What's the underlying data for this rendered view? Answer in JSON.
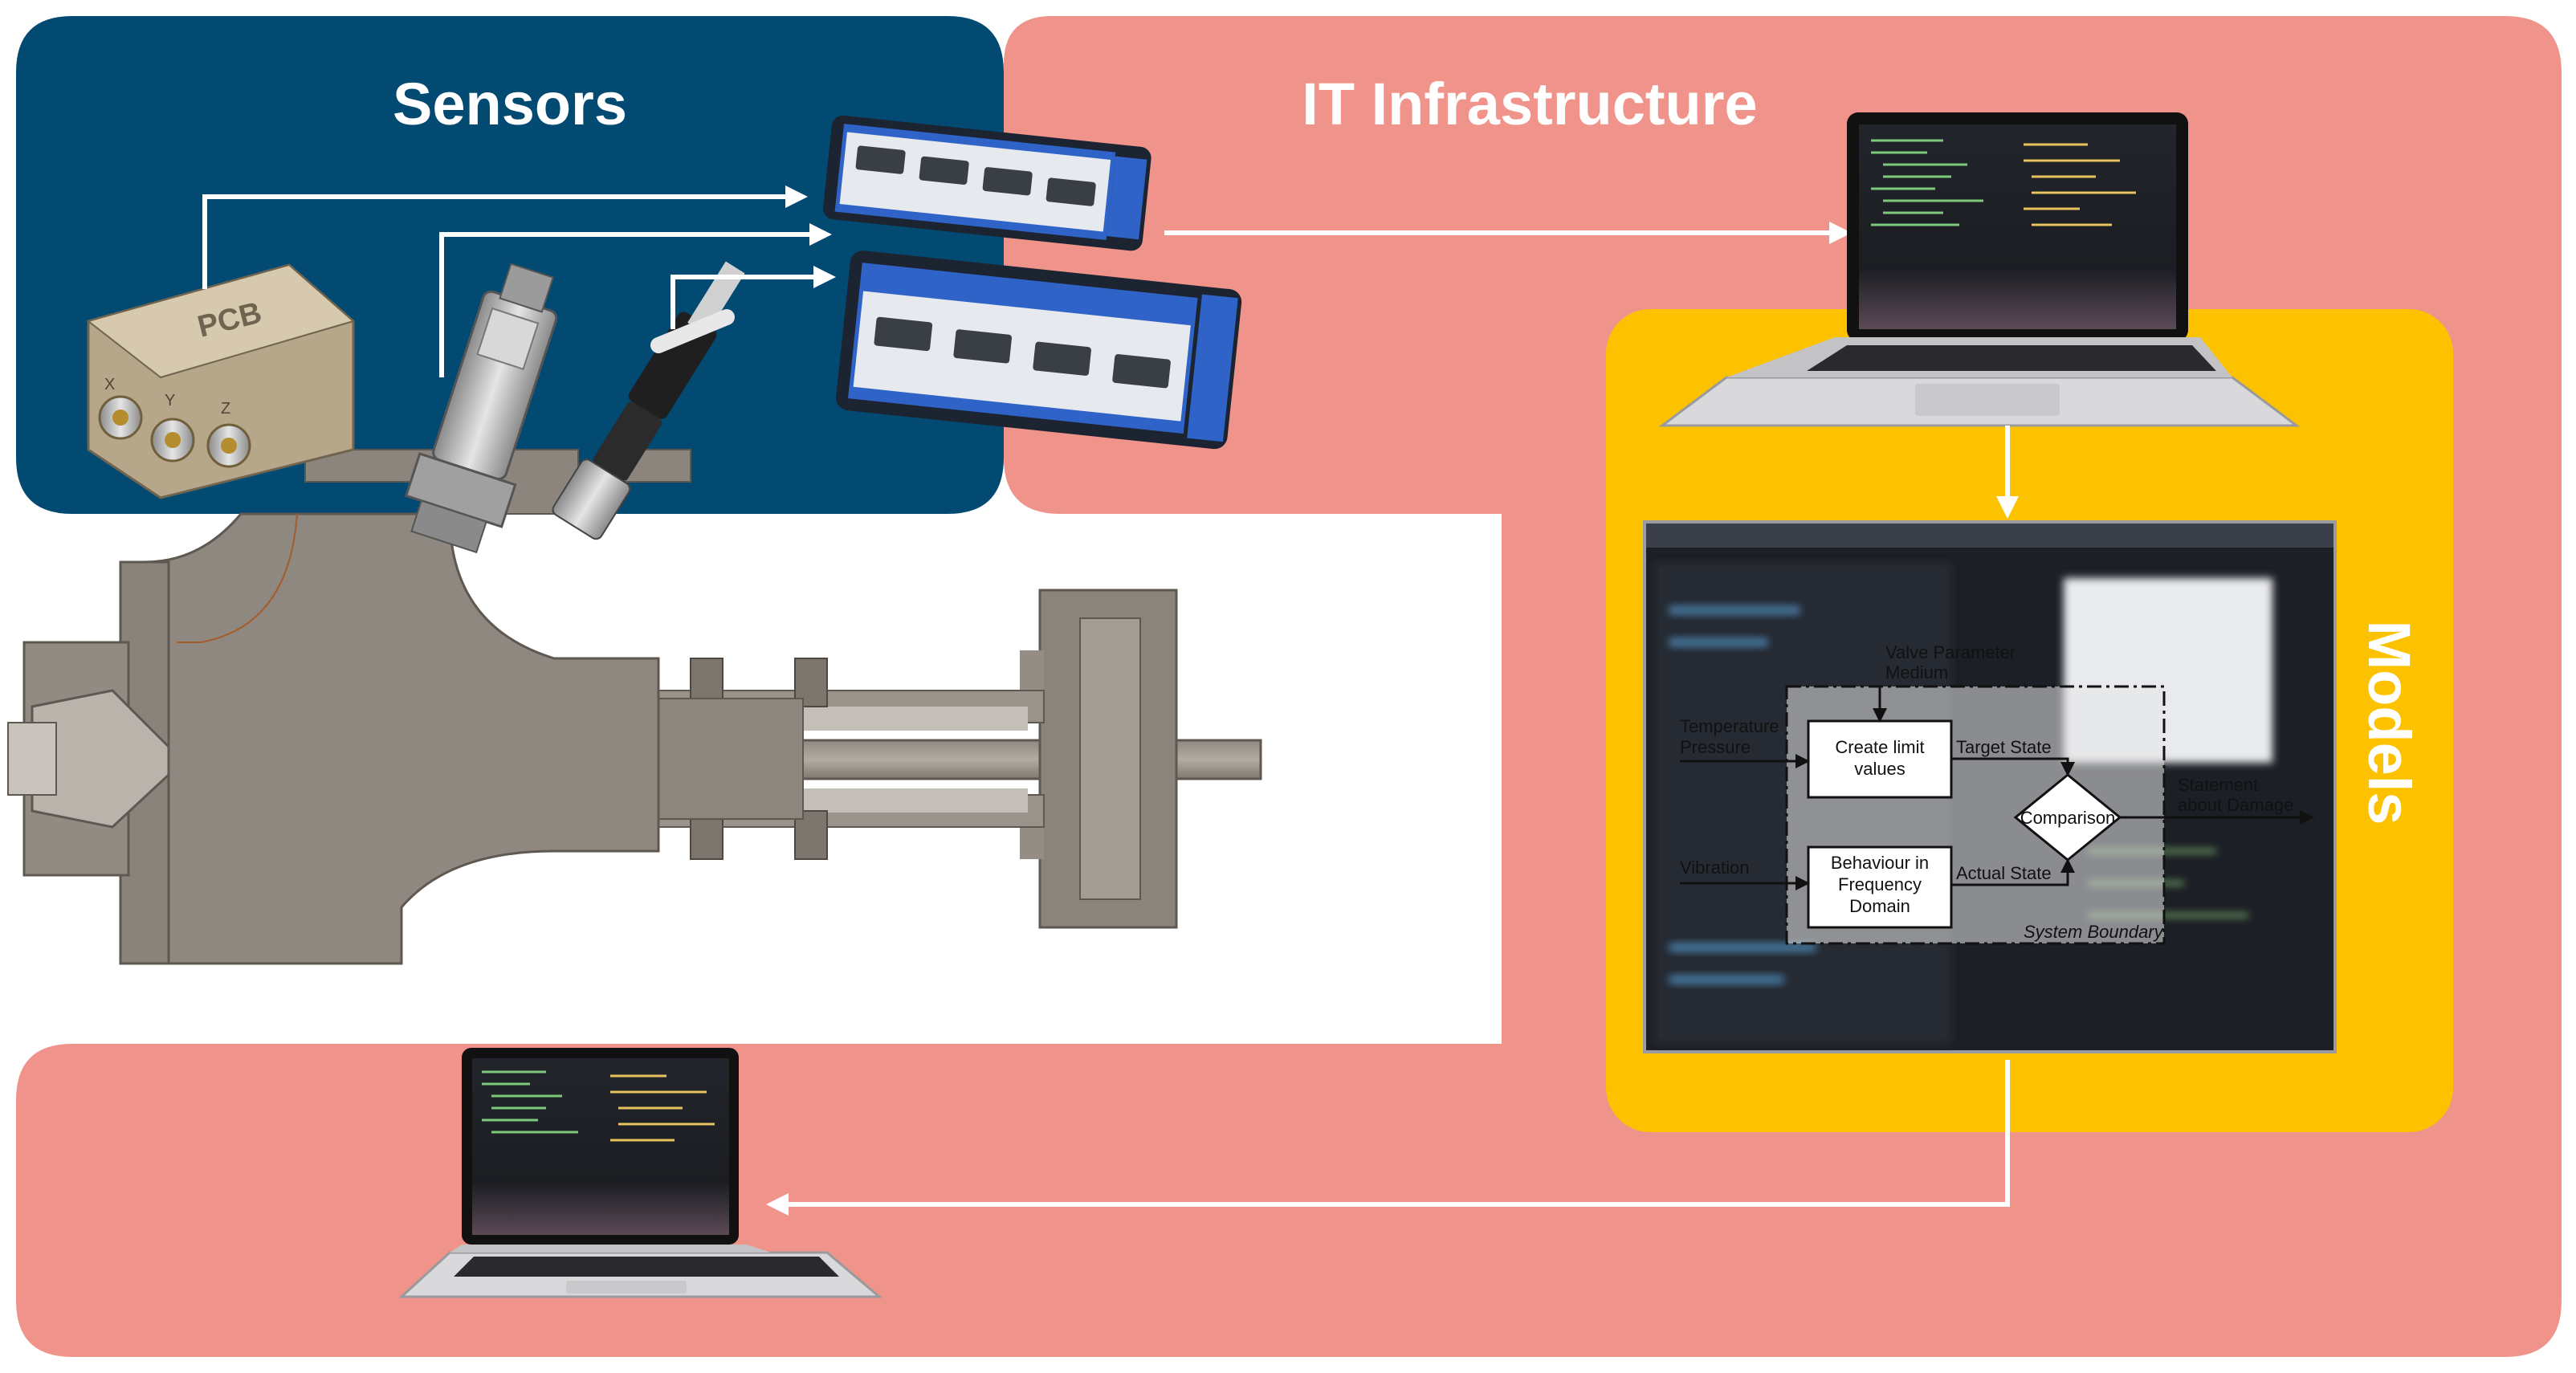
{
  "colors": {
    "sensors_panel": "#034a73",
    "it_panel": "#f0948b",
    "models_panel": "#fcc200",
    "arrow": "#ffffff",
    "daq_blue": "#2f63c7"
  },
  "panels": {
    "sensors_title": "Sensors",
    "it_title": "IT Infrastructure",
    "models_title": "Models"
  },
  "model_diagram": {
    "inputs": {
      "valve_parameter": "Valve Parameter",
      "medium": "Medium",
      "temperature": "Temperature",
      "pressure": "Pressure",
      "vibration": "Vibration"
    },
    "blocks": {
      "limit_line1": "Create limit",
      "limit_line2": "values",
      "behaviour_line1": "Behaviour in",
      "behaviour_line2": "Frequency",
      "behaviour_line3": "Domain",
      "comparison": "Comparison"
    },
    "signals": {
      "target_state": "Target State",
      "actual_state": "Actual State",
      "statement_line1": "Statement",
      "statement_line2": "about Damage",
      "system_boundary": "System Boundary"
    }
  },
  "icons": {
    "sensors": [
      "pcb-triaxial-accelerometer-icon",
      "pressure-transducer-icon",
      "sensor-cable-connector-icon"
    ],
    "daq": "data-acquisition-module-icon",
    "laptop": "laptop-icon",
    "valve": "valve-cross-section-icon"
  },
  "device_labels": {
    "accelerometer_brand": "PCB",
    "accelerometer_axes": [
      "X",
      "Y",
      "Z"
    ]
  }
}
